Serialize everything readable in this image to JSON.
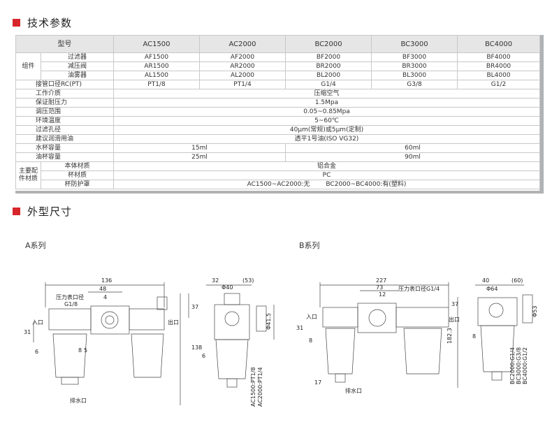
{
  "sections": {
    "specs": "技术参数",
    "dimensions": "外型尺寸"
  },
  "table": {
    "model_label": "型号",
    "models": [
      "AC1500",
      "AC2000",
      "BC2000",
      "BC3000",
      "BC4000"
    ],
    "components_label": "组件",
    "components": [
      {
        "name": "过滤器",
        "values": [
          "AF1500",
          "AF2000",
          "BF2000",
          "BF3000",
          "BF4000"
        ]
      },
      {
        "name": "减压阀",
        "values": [
          "AR1500",
          "AR2000",
          "BR2000",
          "BR3000",
          "BR4000"
        ]
      },
      {
        "name": "油雾器",
        "values": [
          "AL1500",
          "AL2000",
          "BL2000",
          "BL3000",
          "BL4000"
        ]
      }
    ],
    "port": {
      "label": "接管口径RC(PT)",
      "values": [
        "PT1/8",
        "PT1/4",
        "G1/4",
        "G3/8",
        "G1/2"
      ]
    },
    "rows": [
      {
        "label": "工作介质",
        "value": "压缩空气"
      },
      {
        "label": "保证耐压力",
        "value": "1.5Mpa"
      },
      {
        "label": "调压范围",
        "value": "0.05~0.85Mpa"
      },
      {
        "label": "环境温度",
        "value": "5~60℃"
      },
      {
        "label": "过滤孔径",
        "value": "40μm(常规)或5μm(定制)"
      },
      {
        "label": "建议润滑用油",
        "value": "透平1号油(ISO VG32)"
      }
    ],
    "bowl": [
      {
        "label": "水杯容量",
        "a": "15ml",
        "b": "60ml"
      },
      {
        "label": "油杯容量",
        "a": "25ml",
        "b": "90ml"
      }
    ],
    "materials_label": "主要配件材质",
    "materials": [
      {
        "name": "本体材质",
        "value": "铝合金"
      },
      {
        "name": "杯材质",
        "value": "PC"
      },
      {
        "name": "杯防护罩",
        "value": "AC1500~AC2000:无        BC2000~BC4000:有(塑料)"
      }
    ]
  },
  "series_a": {
    "label": "A系列",
    "dims": {
      "width": "136",
      "d48": "48",
      "d4": "4",
      "d37": "37",
      "d31": "31",
      "d6": "6",
      "d8": "8",
      "d5": "5",
      "d138": "138",
      "d32": "32",
      "d53": "(53)",
      "phi40": "Φ40",
      "phi415": "Φ41.5"
    },
    "notes": {
      "gauge": "压力表口径",
      "gauge_size": "G1/8",
      "inlet": "入口",
      "outlet": "出口",
      "drain": "排水口",
      "port1": "AC1500:PT1/8",
      "port2": "AC2000:PT1/4"
    }
  },
  "series_b": {
    "label": "B系列",
    "dims": {
      "width": "227",
      "d73": "73",
      "d12": "12",
      "d37": "37",
      "d31": "31",
      "d8": "8",
      "d17": "17",
      "d1823": "182.3",
      "d40": "40",
      "d60": "(60)",
      "phi64": "Φ64",
      "phi53": "Φ53"
    },
    "notes": {
      "gauge": "压力表口径G1/4",
      "inlet": "入口",
      "outlet": "出口",
      "drain": "排水口",
      "port1": "BC2000:G1/4",
      "port2": "BC3000:G3/8",
      "port3": "BC4000:G1/2"
    }
  }
}
